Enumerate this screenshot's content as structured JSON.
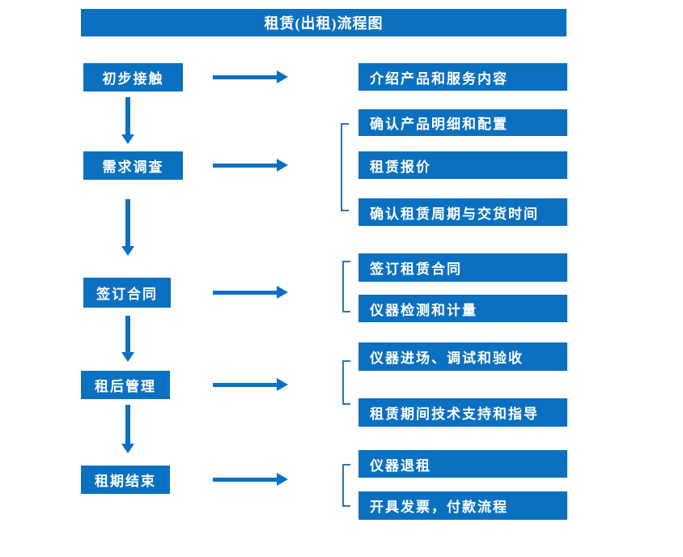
{
  "flowchart": {
    "title": "租赁(出租)流程图",
    "colors": {
      "box_fill": "#0b70c0",
      "bracket_line": "#2e75b6",
      "text": "#ffffff",
      "background": "#ffffff"
    },
    "steps": [
      {
        "label": "初步接触"
      },
      {
        "label": "需求调查"
      },
      {
        "label": "签订合同"
      },
      {
        "label": "租后管理"
      },
      {
        "label": "租期结束"
      }
    ],
    "details": [
      {
        "label": "介绍产品和服务内容"
      },
      {
        "label": "确认产品明细和配置"
      },
      {
        "label": "租赁报价"
      },
      {
        "label": "确认租赁周期与交货时间"
      },
      {
        "label": "签订租赁合同"
      },
      {
        "label": "仪器检测和计量"
      },
      {
        "label": "仪器进场、调试和验收"
      },
      {
        "label": "租赁期间技术支持和指导"
      },
      {
        "label": "仪器退租"
      },
      {
        "label": "开具发票，付款流程"
      }
    ]
  }
}
